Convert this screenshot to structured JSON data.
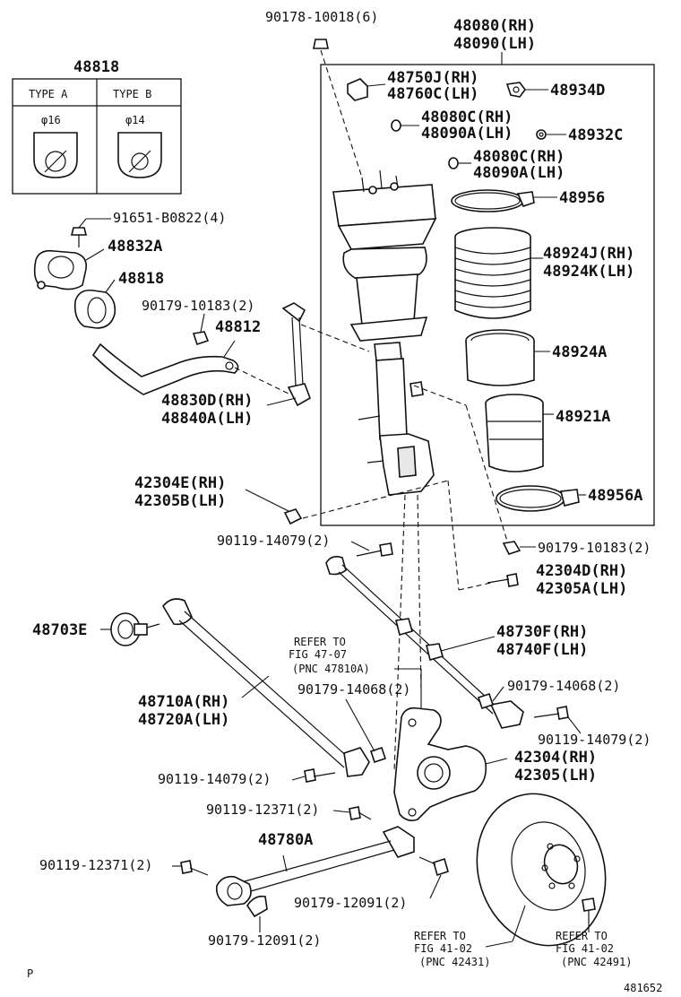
{
  "labels": {
    "p90178": "90178-10018(6)",
    "p48080rh": "48080(RH)",
    "p48090lh": "48090(LH)",
    "p48818top": "48818",
    "typeA": "TYPE A",
    "typeB": "TYPE B",
    "phi16": "φ16",
    "phi14": "φ14",
    "p48750j": "48750J(RH)",
    "p48760c": "48760C(LH)",
    "p48934d": "48934D",
    "p48080c1": "48080C(RH)",
    "p48090a1": "48090A(LH)",
    "p48932c": "48932C",
    "p48080c2": "48080C(RH)",
    "p48090a2": "48090A(LH)",
    "p48956": "48956",
    "p48924j": "48924J(RH)",
    "p48924k": "48924K(LH)",
    "p48924a": "48924A",
    "p48921a": "48921A",
    "p48956a": "48956A",
    "p91651": "91651-B0822(4)",
    "p48832a": "48832A",
    "p48818": "48818",
    "p90179_10183a": "90179-10183(2)",
    "p48812": "48812",
    "p48830d": "48830D(RH)",
    "p48840a": "48840A(LH)",
    "p42304e": "42304E(RH)",
    "p42305b": "42305B(LH)",
    "p90119_14079a": "90119-14079(2)",
    "p90179_10183b": "90179-10183(2)",
    "p42304d": "42304D(RH)",
    "p42305a": "42305A(LH)",
    "p48703e": "48703E",
    "p48730f": "48730F(RH)",
    "p48740f": "48740F(LH)",
    "refer1a": "REFER TO",
    "refer1b": "FIG 47-07",
    "refer1c": "(PNC 47810A)",
    "p48710a": "48710A(RH)",
    "p48720a": "48720A(LH)",
    "p90179_14068a": "90179-14068(2)",
    "p90179_14068b": "90179-14068(2)",
    "p90119_14079b": "90119-14079(2)",
    "p42304": "42304(RH)",
    "p42305": "42305(LH)",
    "p90119_14079c": "90119-14079(2)",
    "p90119_12371a": "90119-12371(2)",
    "p48780a": "48780A",
    "p90119_12371b": "90119-12371(2)",
    "p90179_12091a": "90179-12091(2)",
    "p90179_12091b": "90179-12091(2)",
    "refer2a": "REFER TO",
    "refer2b": "FIG 41-02",
    "refer2c": "(PNC 42431)",
    "refer3a": "REFER TO",
    "refer3b": "FIG 41-02",
    "refer3c": "(PNC 42491)",
    "cornerMark": "P",
    "drawingNo": "481652"
  }
}
